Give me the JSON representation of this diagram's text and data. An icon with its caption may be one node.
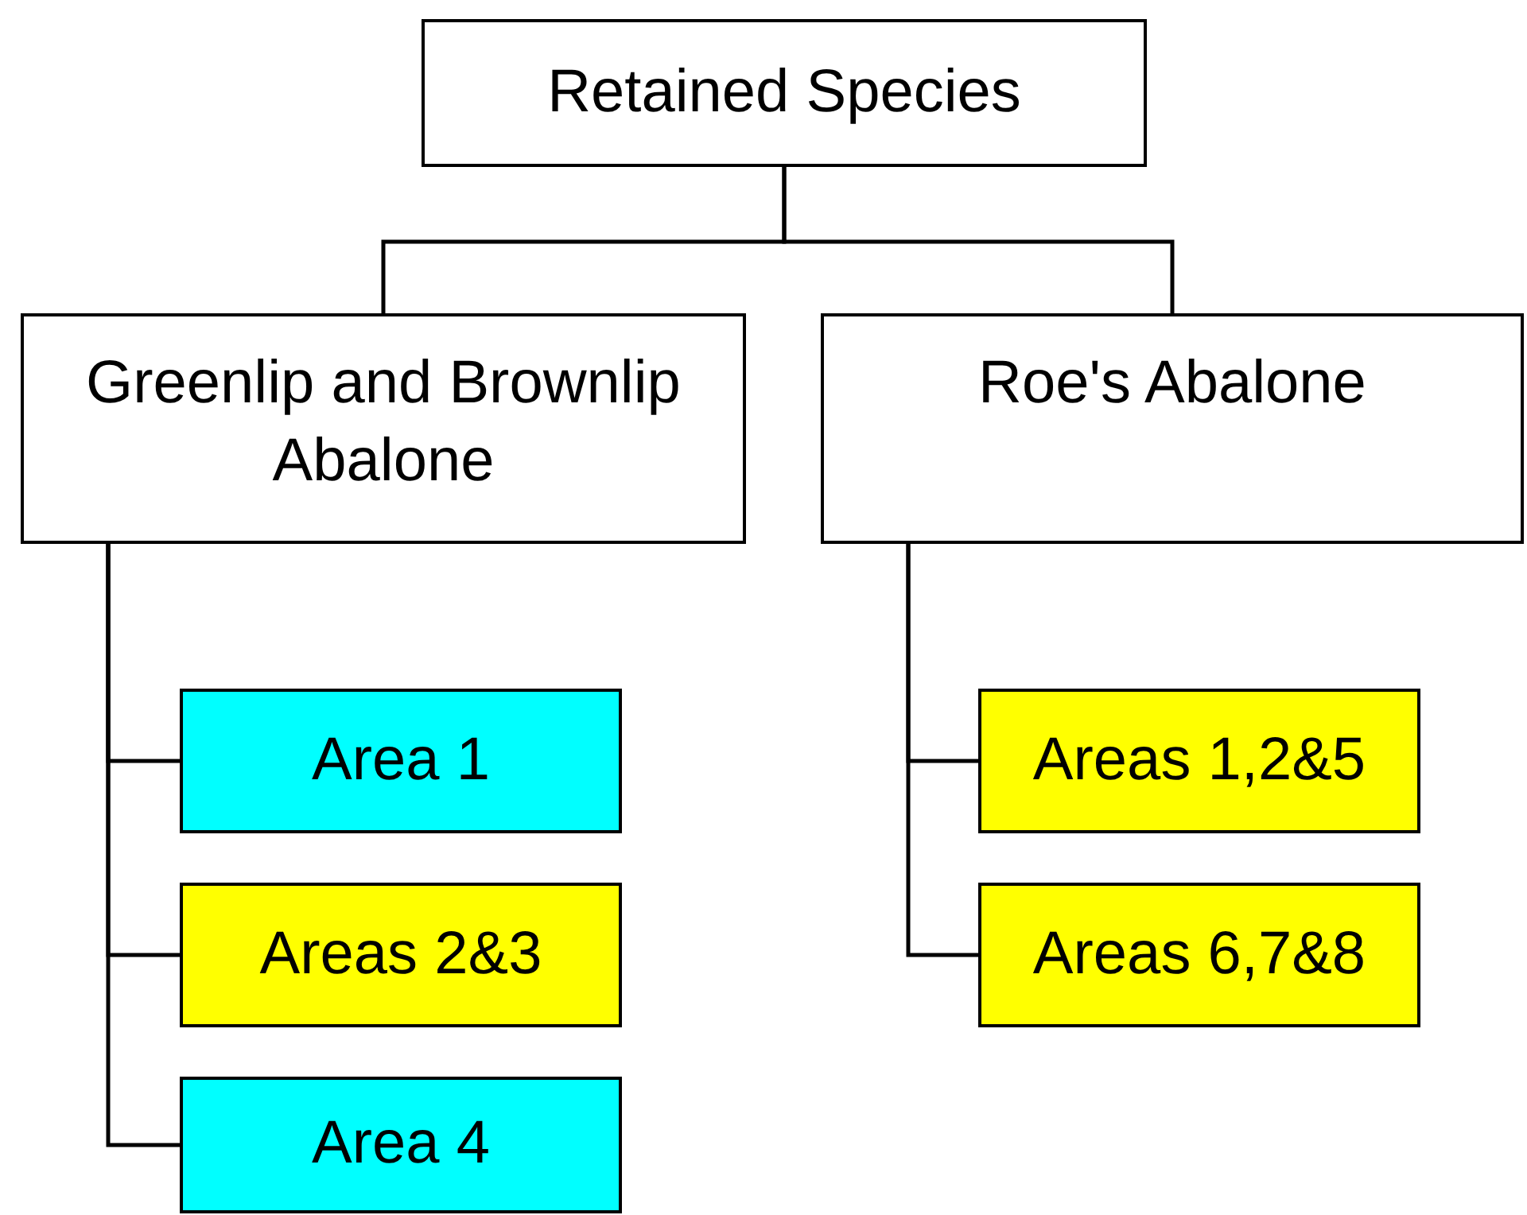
{
  "diagram": {
    "nodes": [
      {
        "text": [
          "Retained Species"
        ]
      },
      {
        "text": [
          "Greenlip and Brownlip Abalone"
        ]
      },
      {
        "text": [
          "Roe's Abalone"
        ]
      },
      {
        "text": [
          "Area 1"
        ]
      },
      {
        "text": [
          "Areas 2&3"
        ]
      },
      {
        "text": [
          "Area 4"
        ]
      },
      {
        "text": [
          "Areas 1,2&5"
        ]
      },
      {
        "text": [
          "Areas 6,7&8"
        ]
      }
    ],
    "edges": [
      {
        "from": 0,
        "to": 1,
        "arrow": "none"
      },
      {
        "from": 0,
        "to": 2,
        "arrow": "none"
      },
      {
        "from": 1,
        "to": 3,
        "arrow": "none"
      },
      {
        "from": 1,
        "to": 4,
        "arrow": "none"
      },
      {
        "from": 1,
        "to": 5,
        "arrow": "none"
      },
      {
        "from": 2,
        "to": 6,
        "arrow": "none"
      },
      {
        "from": 2,
        "to": 7,
        "arrow": "none"
      }
    ]
  }
}
